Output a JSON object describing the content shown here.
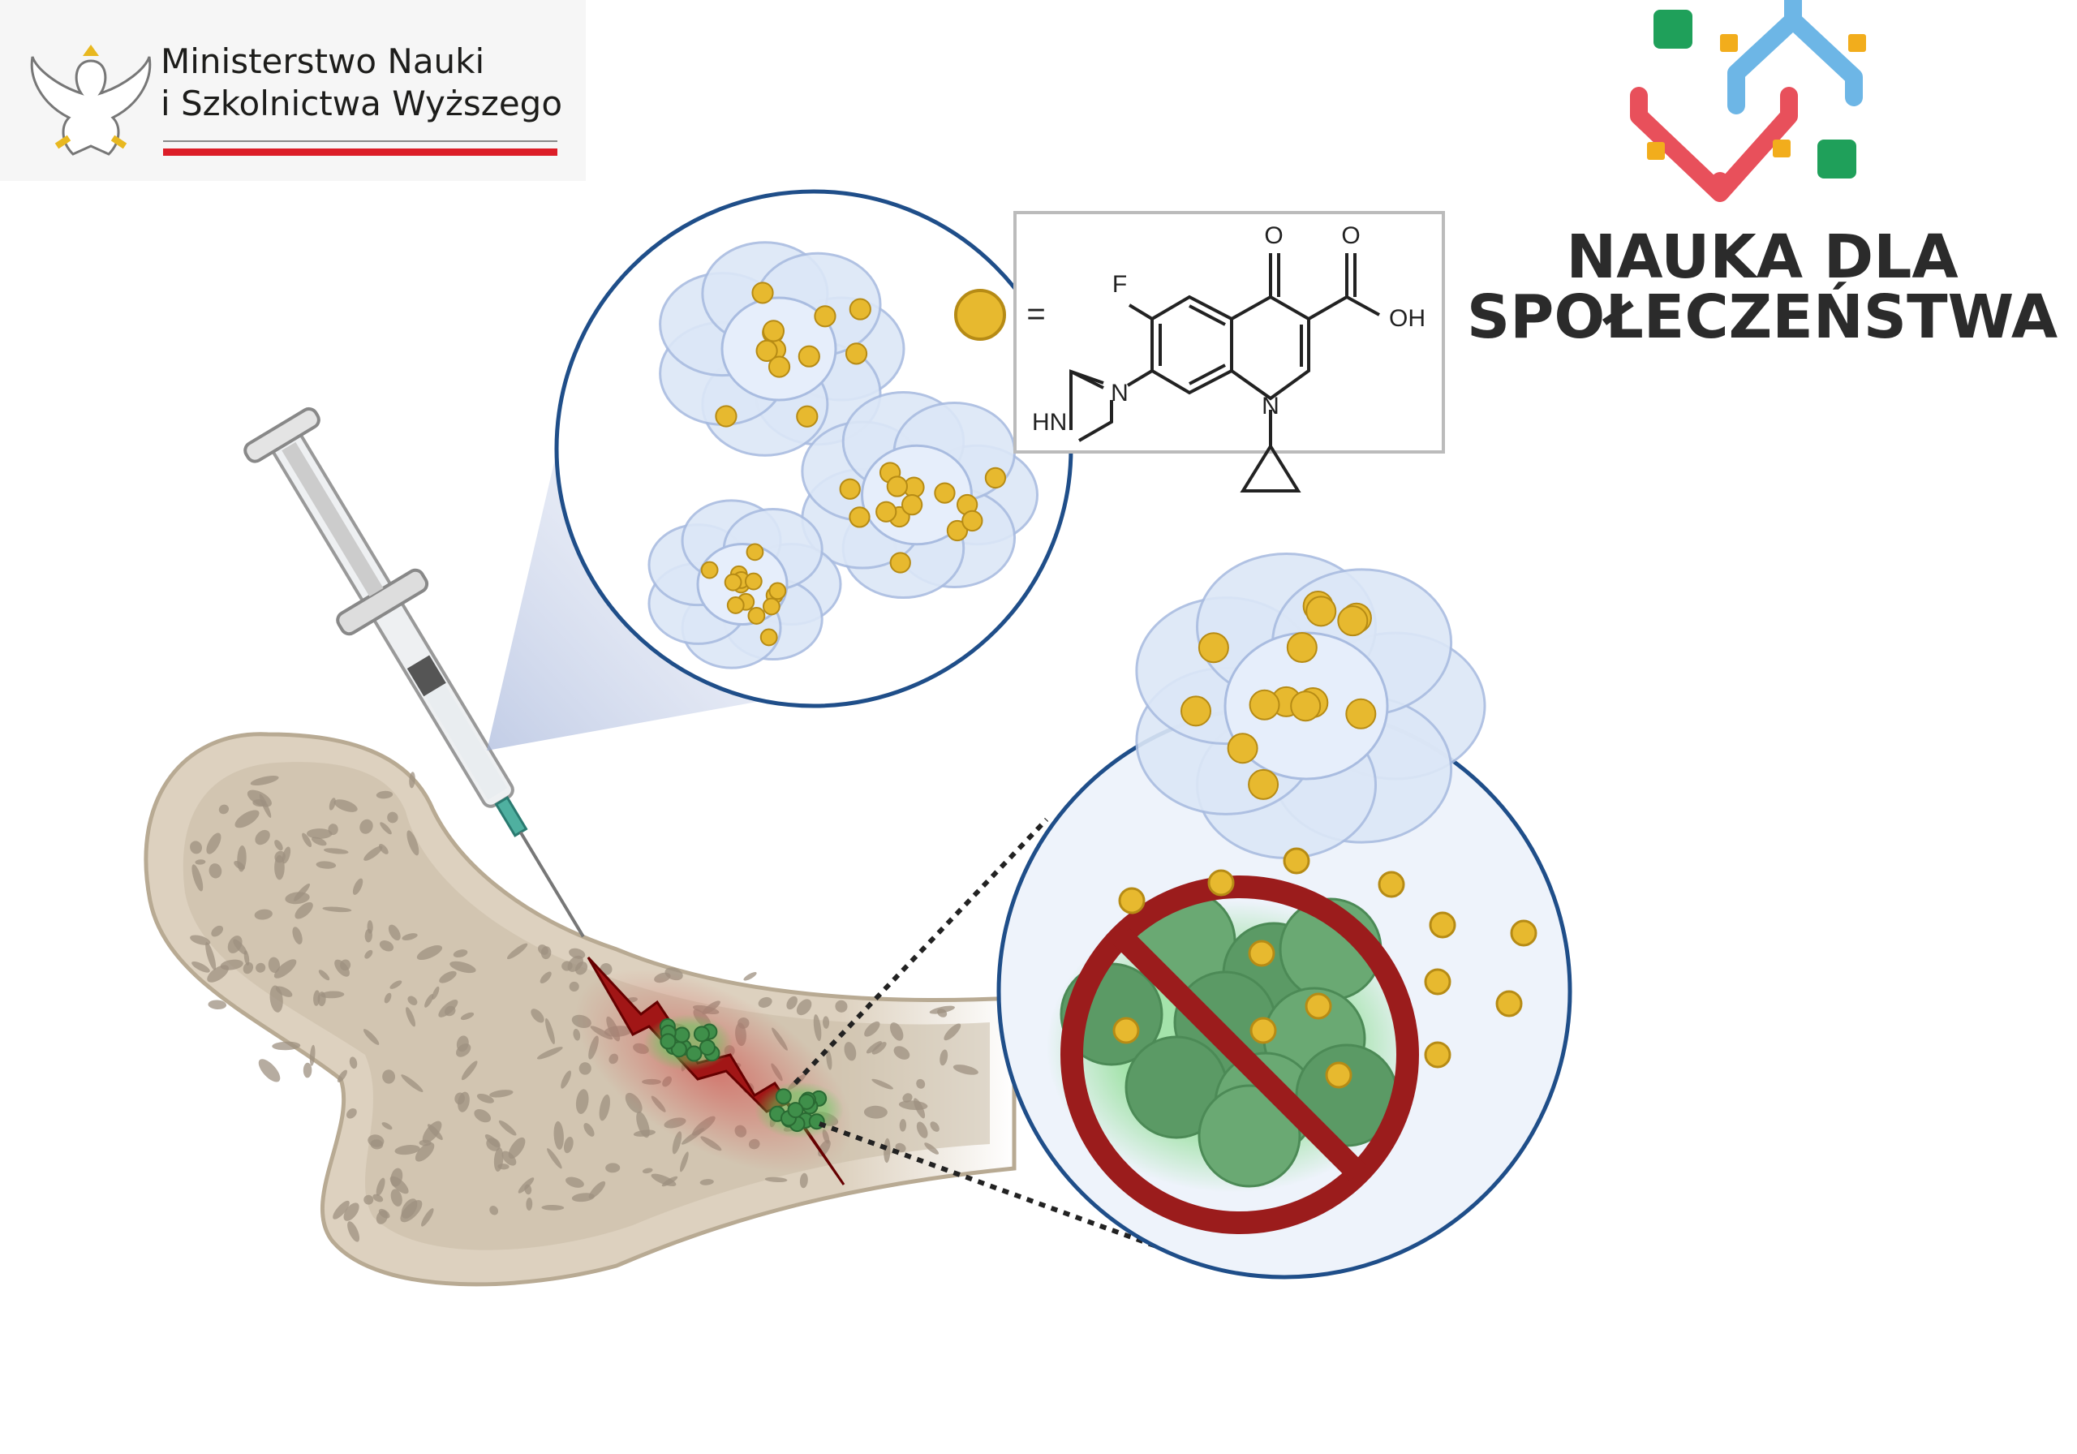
{
  "ministry_logo": {
    "line1": "Ministerstwo Nauki",
    "line2": "i Szkolnictwa Wyższego"
  },
  "program_logo": {
    "line1": "NAUKA DLA",
    "line2": "SPOŁECZEŃSTWA"
  },
  "legend": {
    "equals": "="
  },
  "molecule": {
    "atoms": {
      "o_ketone": "O",
      "o_acid": "O",
      "fluorine": "F",
      "hydroxyl": "OH",
      "n_piperazine": "N",
      "n_ring": "N",
      "nh": "HN"
    }
  },
  "colors": {
    "circle_stroke": "#1f4e89",
    "cell_fill": "#dce7f7",
    "drug_dot": "#e7b92f",
    "bacteria": "#5f9f6a",
    "prohibition": "#9b1c1c",
    "ministry_red": "#dc1e28",
    "bone": "#ddd1bf"
  }
}
